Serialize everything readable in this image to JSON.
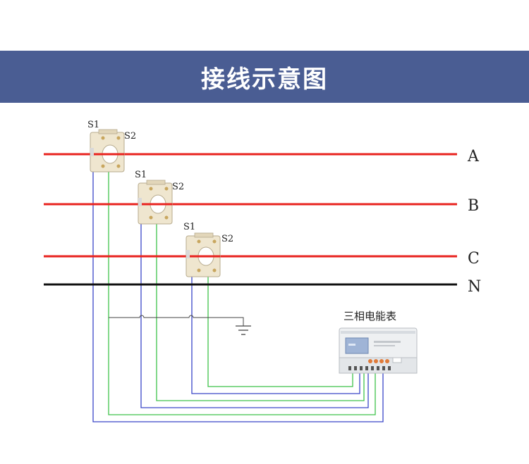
{
  "header": {
    "title": "接线示意图"
  },
  "lines": [
    {
      "label": "A",
      "color": "#e8231f"
    },
    {
      "label": "B",
      "color": "#e8231f"
    },
    {
      "label": "C",
      "color": "#e8231f"
    },
    {
      "label": "N",
      "color": "#111111"
    }
  ],
  "transformers": [
    {
      "s1": "S1",
      "s2": "S2"
    },
    {
      "s1": "S1",
      "s2": "S2"
    },
    {
      "s1": "S1",
      "s2": "S2"
    }
  ],
  "meter": {
    "label": "三相电能表"
  },
  "colors": {
    "banner": "#4a5d93",
    "s1_wire": "#3a46c8",
    "s2_wire": "#3fc24a",
    "ground": "#444444",
    "ct_body": "#efe6cf"
  }
}
